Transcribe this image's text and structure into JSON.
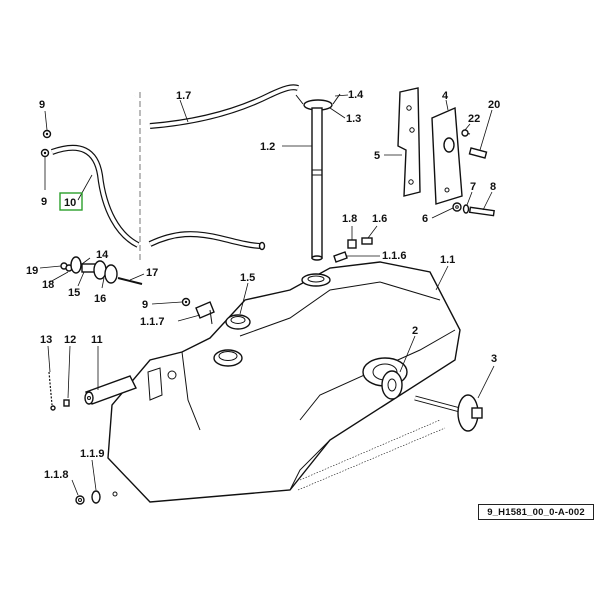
{
  "diagram": {
    "reference_code": "9_H1581_00_0-A-002",
    "highlight_color": "#2ca02c",
    "callouts": {
      "c9a": "9",
      "c9b": "9",
      "c10": "10",
      "c1_7": "1.7",
      "c1_4": "1.4",
      "c1_3": "1.3",
      "c1_2": "1.2",
      "c4": "4",
      "c5": "5",
      "c22": "22",
      "c20": "20",
      "c7": "7",
      "c8": "8",
      "c6": "6",
      "c1_8": "1.8",
      "c1_6": "1.6",
      "c1_1_6": "1.1.6",
      "c1_1": "1.1",
      "c14": "14",
      "c19": "19",
      "c18": "18",
      "c15": "15",
      "c16": "16",
      "c17": "17",
      "c1_5": "1.5",
      "c9c": "9",
      "c1_1_7": "1.1.7",
      "c13": "13",
      "c12": "12",
      "c11": "11",
      "c2": "2",
      "c3": "3",
      "c1_1_9": "1.1.9",
      "c1_1_8": "1.1.8"
    }
  }
}
